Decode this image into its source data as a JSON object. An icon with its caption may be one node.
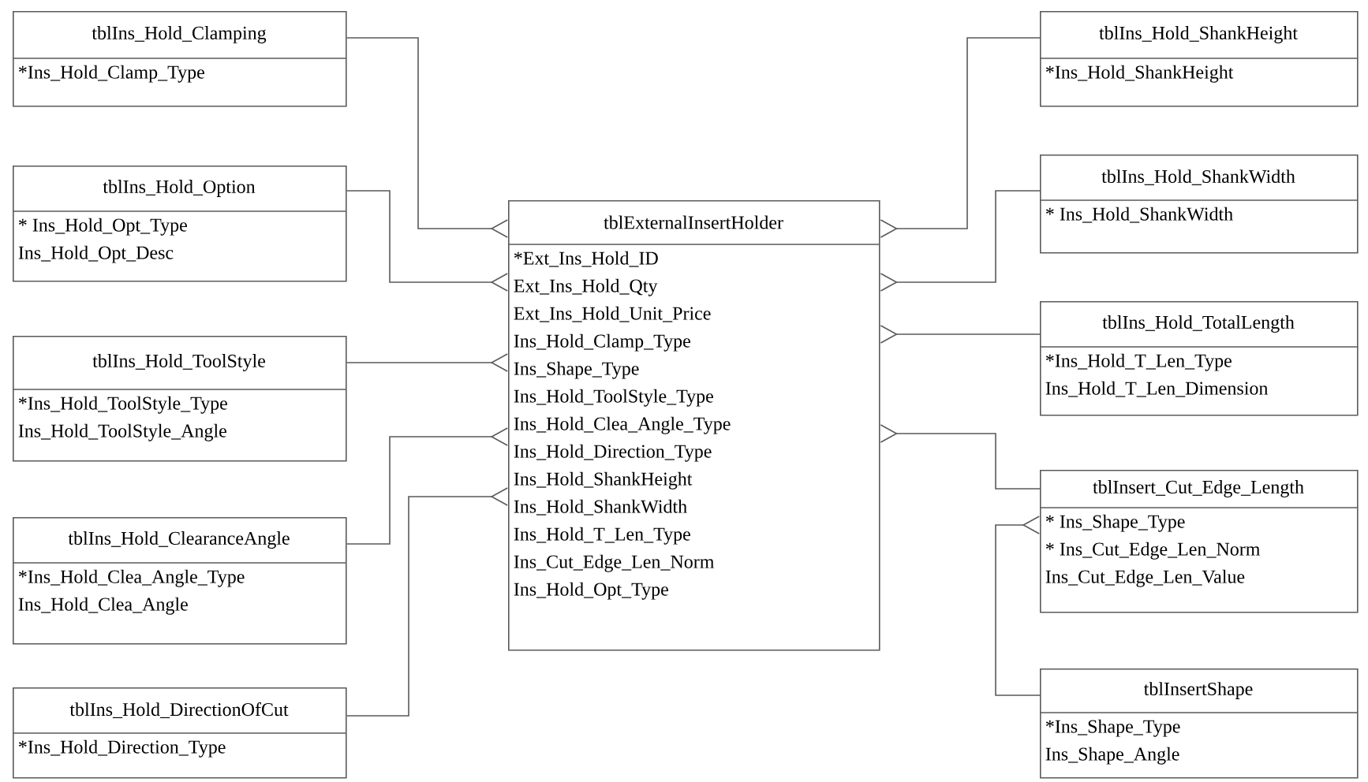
{
  "diagram": {
    "nodes": [
      {
        "text": [
          "tblIns_Hold_Clamping",
          "*Ins_Hold_Clamp_Type"
        ]
      },
      {
        "text": [
          "tblIns_Hold_Option",
          "* Ins_Hold_Opt_Type",
          "Ins_Hold_Opt_Desc"
        ]
      },
      {
        "text": [
          "tblIns_Hold_ToolStyle",
          "*Ins_Hold_ToolStyle_Type",
          "Ins_Hold_ToolStyle_Angle"
        ]
      },
      {
        "text": [
          "tblIns_Hold_ClearanceAngle",
          "*Ins_Hold_Clea_Angle_Type",
          "Ins_Hold_Clea_Angle"
        ]
      },
      {
        "text": [
          "tblIns_Hold_DirectionOfCut",
          "*Ins_Hold_Direction_Type"
        ]
      },
      {
        "text": [
          "tblExternalInsertHolder",
          "*Ext_Ins_Hold_ID",
          "Ext_Ins_Hold_Qty",
          "Ext_Ins_Hold_Unit_Price",
          "Ins_Hold_Clamp_Type",
          "Ins_Shape_Type",
          "Ins_Hold_ToolStyle_Type",
          "Ins_Hold_Clea_Angle_Type",
          "Ins_Hold_Direction_Type",
          "Ins_Hold_ShankHeight",
          "Ins_Hold_ShankWidth",
          "Ins_Hold_T_Len_Type",
          "Ins_Cut_Edge_Len_Norm",
          "Ins_Hold_Opt_Type"
        ]
      },
      {
        "text": [
          "tblIns_Hold_ShankHeight",
          "*Ins_Hold_ShankHeight"
        ]
      },
      {
        "text": [
          "tblIns_Hold_ShankWidth",
          "* Ins_Hold_ShankWidth"
        ]
      },
      {
        "text": [
          "tblIns_Hold_TotalLength",
          "*Ins_Hold_T_Len_Type",
          "Ins_Hold_T_Len_Dimension"
        ]
      },
      {
        "text": [
          "tblInsert_Cut_Edge_Length",
          "* Ins_Shape_Type",
          "* Ins_Cut_Edge_Len_Norm",
          "Ins_Cut_Edge_Len_Value"
        ]
      },
      {
        "text": [
          "tblInsertShape",
          "*Ins_Shape_Type",
          "Ins_Shape_Angle"
        ]
      }
    ],
    "edges": [
      {
        "from": 0,
        "to": 5,
        "arrow": "other"
      },
      {
        "from": 1,
        "to": 5,
        "arrow": "other"
      },
      {
        "from": 2,
        "to": 5,
        "arrow": "other"
      },
      {
        "from": 3,
        "to": 5,
        "arrow": "other"
      },
      {
        "from": 4,
        "to": 5,
        "arrow": "other"
      },
      {
        "from": 6,
        "to": 5,
        "arrow": "other"
      },
      {
        "from": 7,
        "to": 5,
        "arrow": "other"
      },
      {
        "from": 8,
        "to": 5,
        "arrow": "other"
      },
      {
        "from": 9,
        "to": 5,
        "arrow": "other"
      },
      {
        "from": 10,
        "to": 9,
        "arrow": "other"
      }
    ]
  }
}
